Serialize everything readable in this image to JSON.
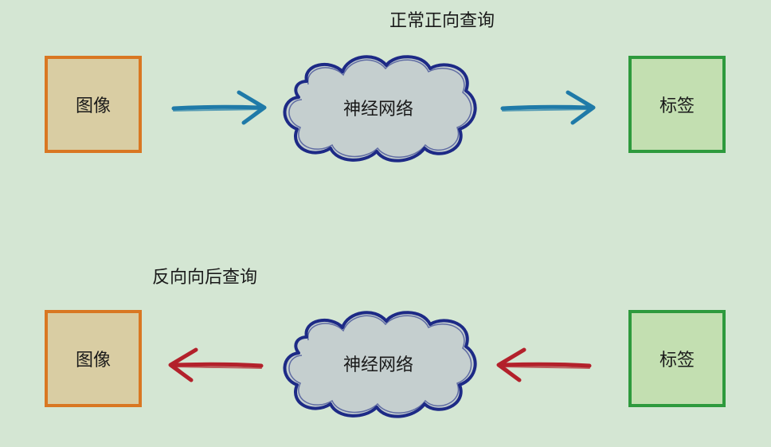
{
  "forward": {
    "caption": "正常正向查询",
    "input_label": "图像",
    "network_label": "神经网络",
    "output_label": "标签"
  },
  "backward": {
    "caption": "反向向后查询",
    "output_label": "图像",
    "network_label": "神经网络",
    "input_label": "标签"
  },
  "colors": {
    "background": "#d4e6d3",
    "image_fill": "#d9cda3",
    "image_border": "#d97722",
    "label_fill": "#c3dfb1",
    "label_border": "#2e9a3d",
    "cloud_fill": "#c5cfcf",
    "cloud_border": "#1d2a86",
    "forward_arrow": "#1f7aa8",
    "backward_arrow": "#b3212b"
  }
}
